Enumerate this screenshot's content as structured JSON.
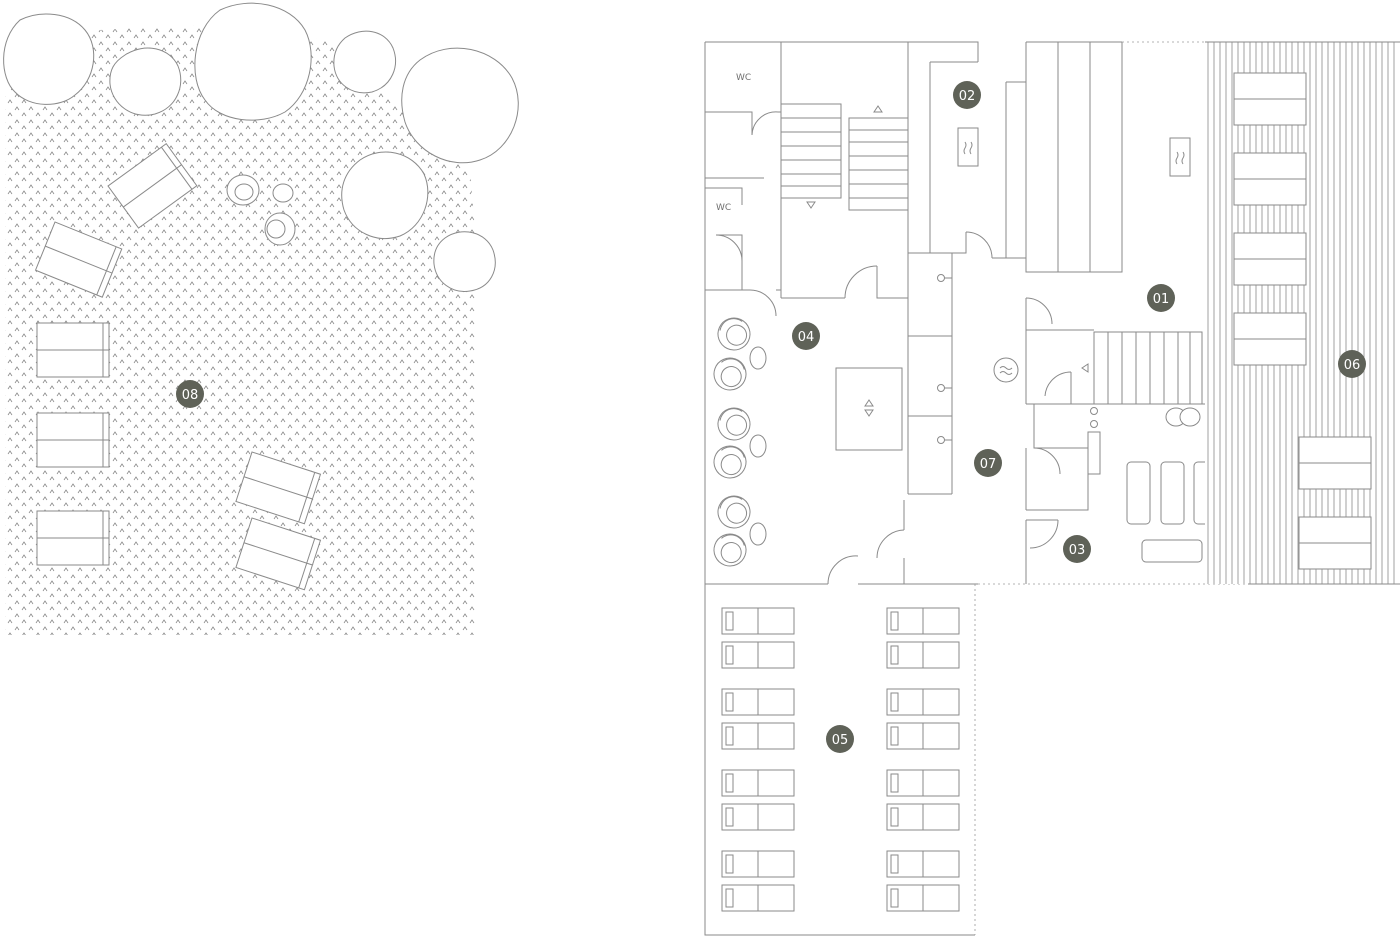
{
  "rooms": {
    "r01": "01",
    "r02": "02",
    "r03": "03",
    "r04": "04",
    "r05": "05",
    "r06": "06",
    "r07": "07",
    "r08": "08"
  },
  "labels": {
    "wc_upper": "WC",
    "wc_lower": "WC"
  },
  "colors": {
    "badge": "#5f6258",
    "line": "#8a8a8a"
  },
  "icons": [
    "sauna-heater-icon",
    "steam-icon",
    "jacuzzi-icon",
    "lift-icon",
    "stair-arrow-icon",
    "sunbed-icon",
    "tree-icon",
    "lounge-chair-icon"
  ]
}
